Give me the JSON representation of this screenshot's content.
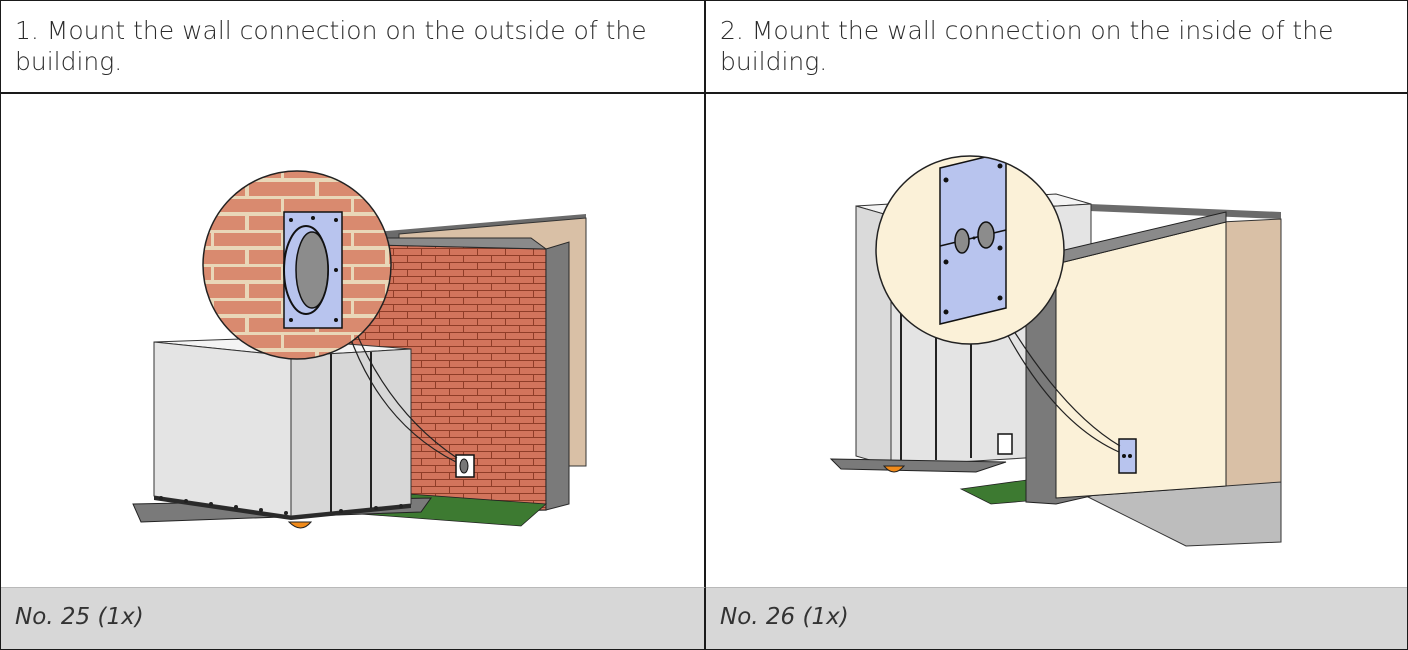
{
  "steps": [
    {
      "text": "1. Mount the wall connection on the outside of the building.",
      "part": "No. 25 (1x)"
    },
    {
      "text": "2. Mount the wall connection on the inside of the building.",
      "part": "No. 26 (1x)"
    }
  ],
  "colors": {
    "brick": "#d2745c",
    "unit": "#e7e7e7",
    "plate": "#b8c4ee",
    "interior_wall": "#fbf1d8",
    "ground": "#bdbdbd",
    "grass": "#3d7a31"
  }
}
